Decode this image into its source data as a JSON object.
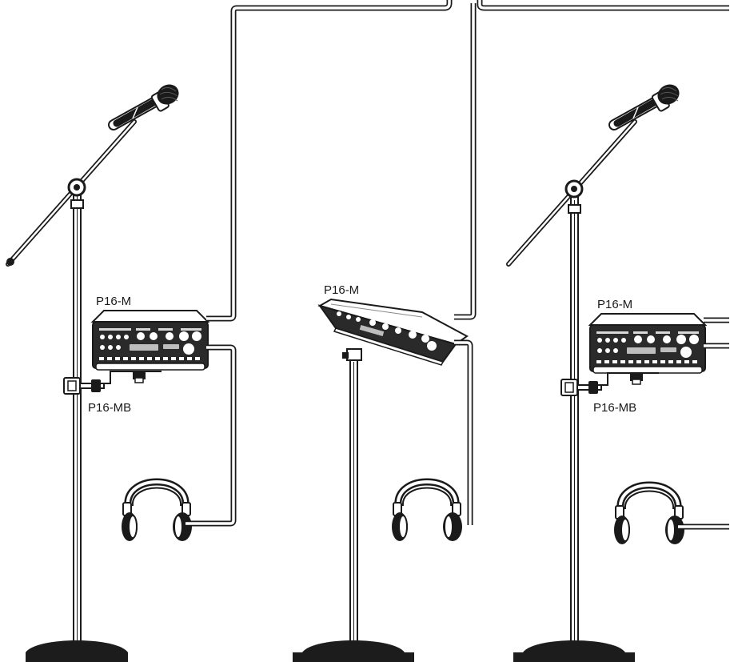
{
  "labels": {
    "monitor_left": "P16-M",
    "bracket_left": "P16-MB",
    "monitor_center": "P16-M",
    "monitor_right": "P16-M",
    "bracket_right": "P16-MB"
  },
  "colors": {
    "ink": "#1a1a1a",
    "panel": "#2a2a2a",
    "base": "#1c1c1c",
    "background": "#ffffff"
  },
  "icons": [
    "microphone-icon",
    "headphones-icon",
    "mic-stand-icon",
    "personal-mixer-icon",
    "mounting-bracket-icon",
    "cable-icon"
  ]
}
